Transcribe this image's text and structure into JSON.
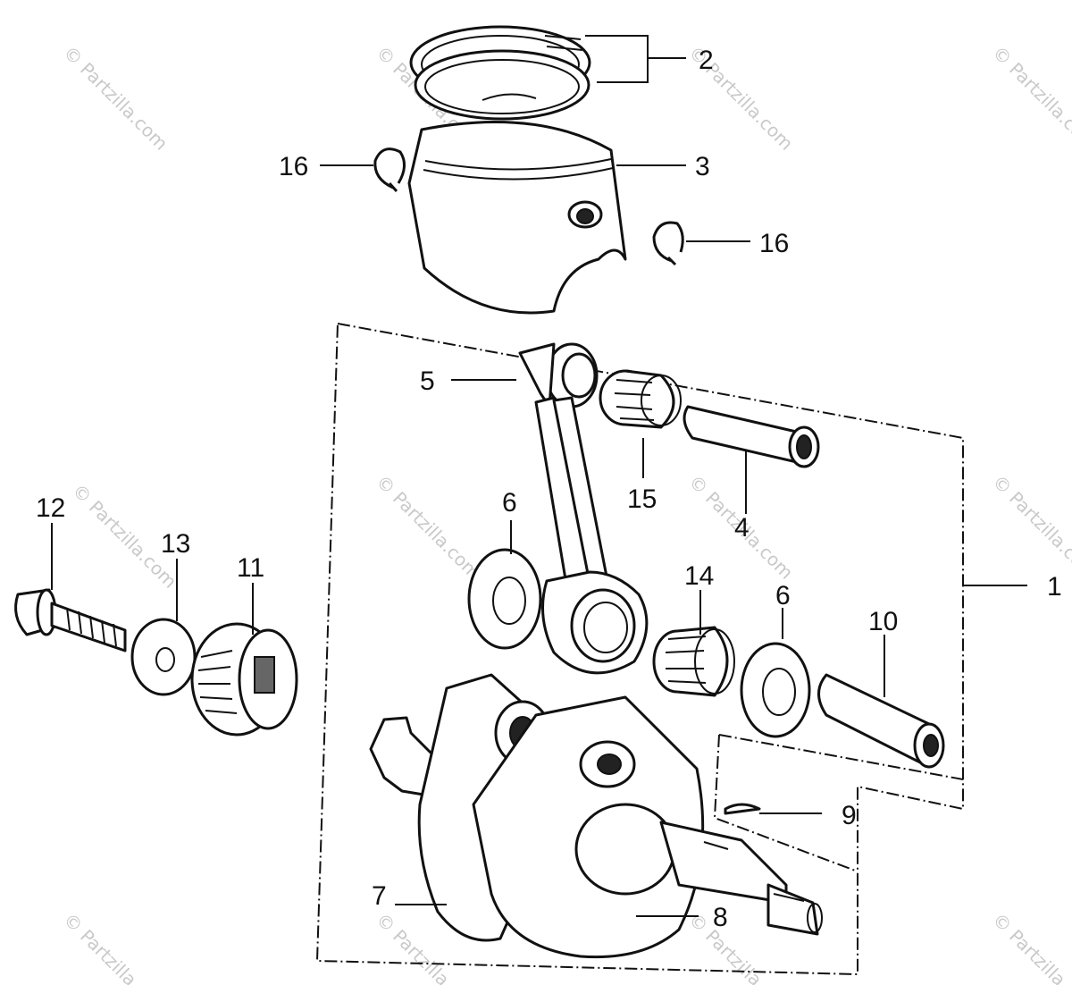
{
  "watermark": "© Partzilla.com",
  "callouts": {
    "c1": "1",
    "c2": "2",
    "c3": "3",
    "c4": "4",
    "c5": "5",
    "c6a": "6",
    "c6b": "6",
    "c7": "7",
    "c8": "8",
    "c9": "9",
    "c10": "10",
    "c11": "11",
    "c12": "12",
    "c13": "13",
    "c14": "14",
    "c15": "15",
    "c16a": "16",
    "c16b": "16"
  }
}
